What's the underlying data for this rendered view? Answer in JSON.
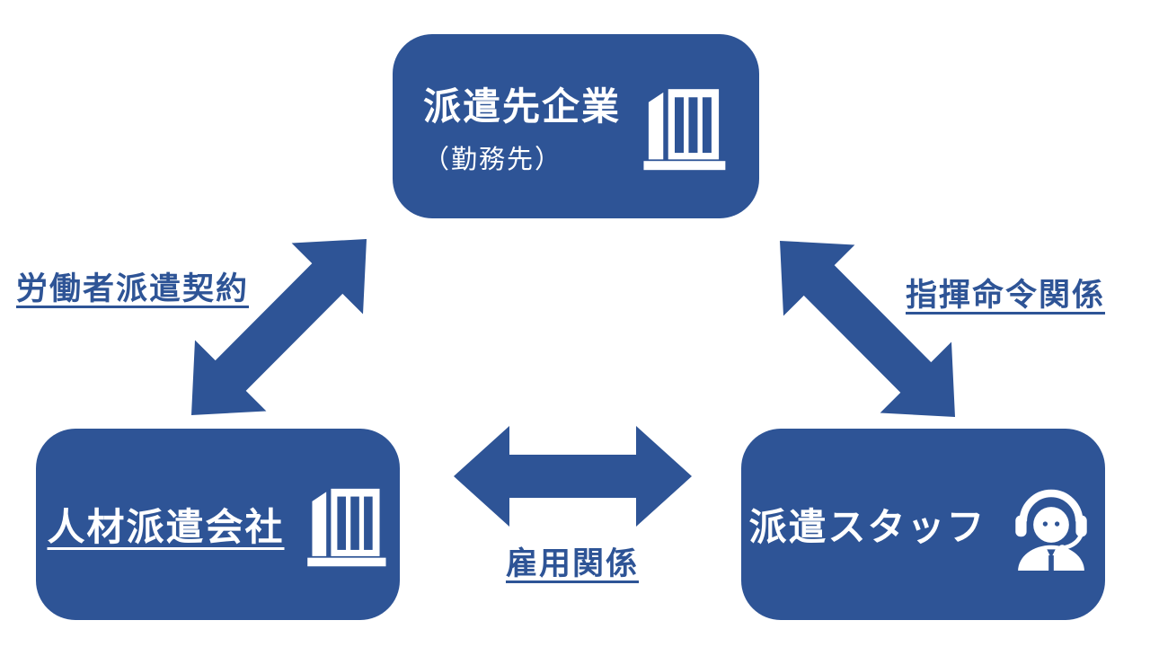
{
  "colors": {
    "primary": "#2E5496",
    "node_text": "#FFFFFF",
    "background": "#FFFFFF"
  },
  "nodes": {
    "client_company": {
      "title": "派遣先企業",
      "subtitle": "（勤務先）",
      "icon": "building-icon"
    },
    "staffing_agency": {
      "title": "人材派遣会社",
      "icon": "building-icon"
    },
    "dispatch_staff": {
      "title": "派遣スタッフ",
      "icon": "headset-agent-icon"
    }
  },
  "edges": {
    "worker_dispatch_contract": {
      "label": "労働者派遣契約"
    },
    "command_relationship": {
      "label": "指揮命令関係"
    },
    "employment_relationship": {
      "label": "雇用関係"
    }
  }
}
